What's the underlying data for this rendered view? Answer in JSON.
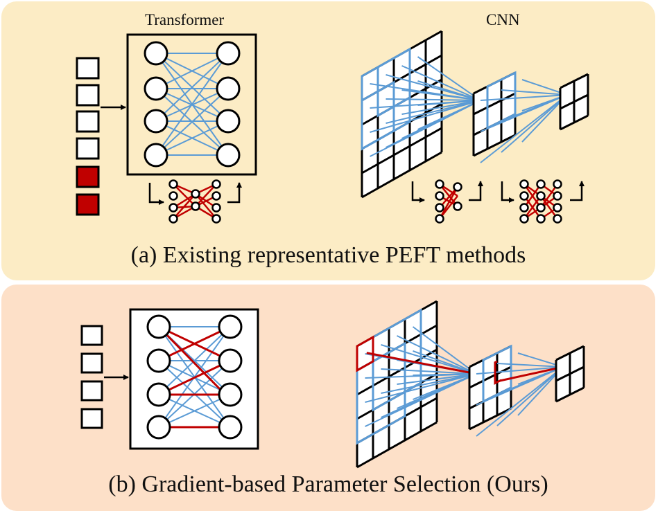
{
  "panel_a": {
    "header_transformer": "Transformer",
    "header_cnn": "CNN",
    "caption": "(a)  Existing representative PEFT methods"
  },
  "panel_b": {
    "caption": "(b)  Gradient-based Parameter Selection (Ours)"
  },
  "colors": {
    "panel_a_bg": "#fcecc5",
    "panel_b_bg": "#fde0c8",
    "connection_blue": "#5b9bd5",
    "selected_red": "#c00000",
    "trainable_token": "#c00000"
  }
}
